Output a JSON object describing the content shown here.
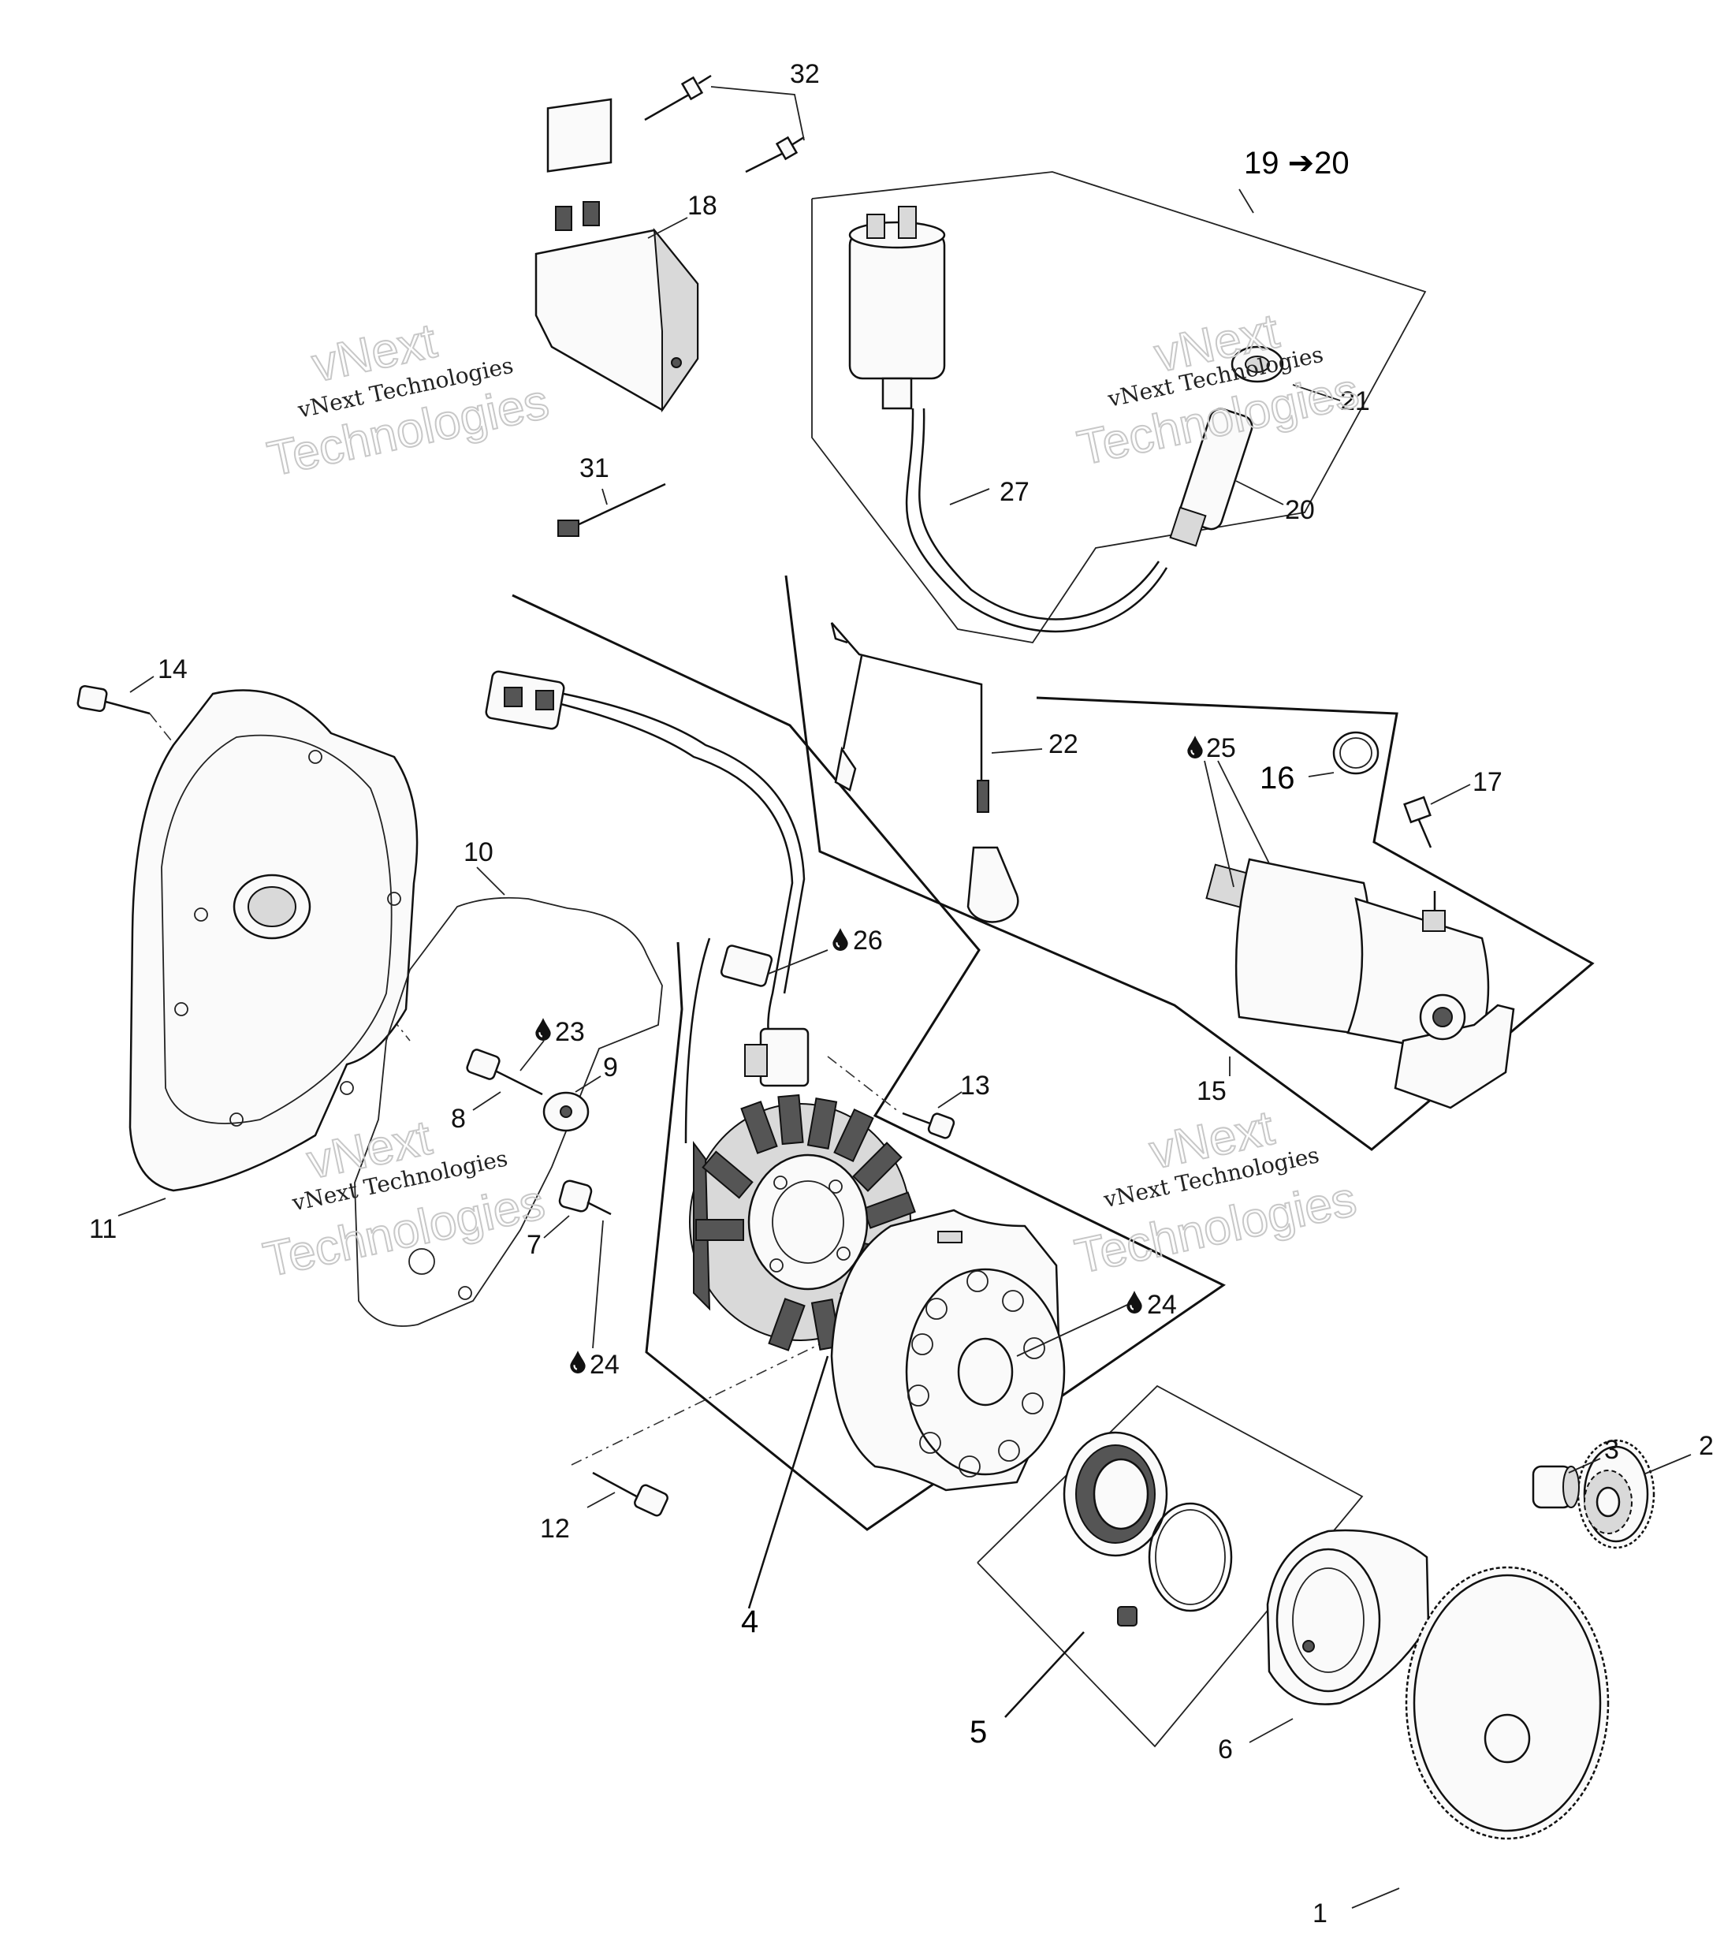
{
  "labels": {
    "p1": "1",
    "p2": "2",
    "p3": "3",
    "p4": "4",
    "p5": "5",
    "p6": "6",
    "p7": "7",
    "p8": "8",
    "p9": "9",
    "p10": "10",
    "p11": "11",
    "p12": "12",
    "p13": "13",
    "p14": "14",
    "p15": "15",
    "p16": "16",
    "p17": "17",
    "p18": "18",
    "p19_20": "19 ➔20",
    "p20": "20",
    "p21": "21",
    "p22": "22",
    "p23": "23",
    "p24a": "24",
    "p24b": "24",
    "p25": "25",
    "p26": "26",
    "p27": "27",
    "p31": "31",
    "p32": "32"
  },
  "watermark": {
    "line1": "vNext",
    "line2": "vNext Technologies",
    "line3": "Technologies"
  },
  "icons": {
    "lubricant": "oil-drop-icon"
  }
}
